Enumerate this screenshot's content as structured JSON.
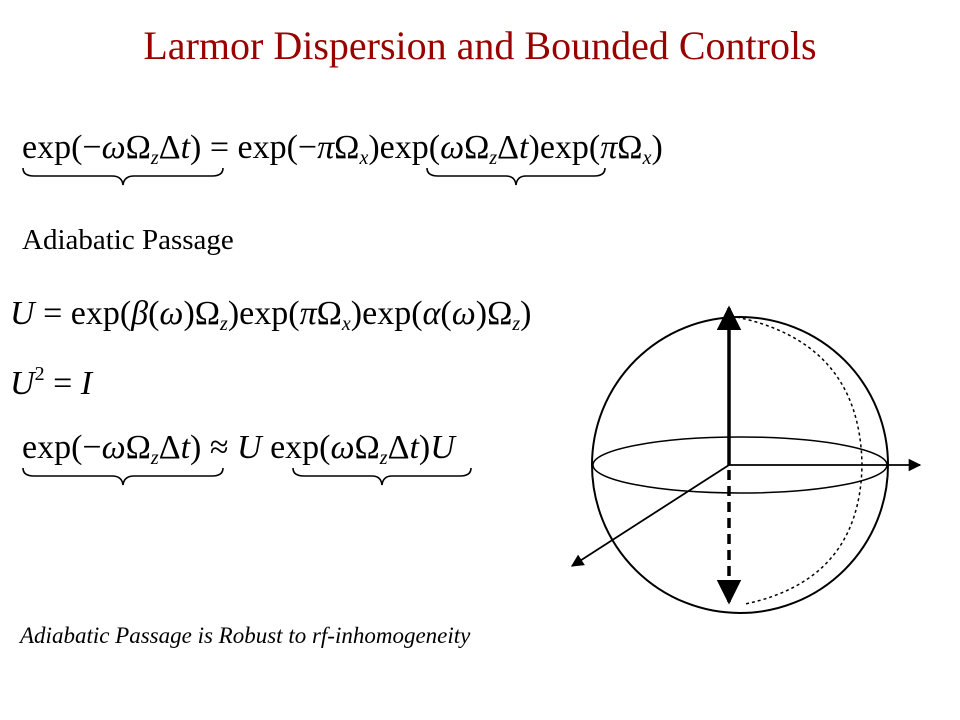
{
  "title": "Larmor Dispersion and Bounded Controls",
  "eq1": {
    "lhs": "exp(−ωΩzΔt)",
    "rhs": "= exp(−πΩx) exp(ωΩzΔt) exp(πΩx)"
  },
  "section_heading": "Adiabatic  Passage",
  "eq2": "U = exp(β(ω)Ωz) exp(πΩx) exp(α(ω)Ωz)",
  "eq3": "U² = I",
  "eq4": {
    "lhs": "exp(−ωΩzΔt)",
    "rhs": "≈ U exp(ωΩzΔt)U"
  },
  "caption": "Adiabatic Passage is Robust to rf-inhomogeneity"
}
